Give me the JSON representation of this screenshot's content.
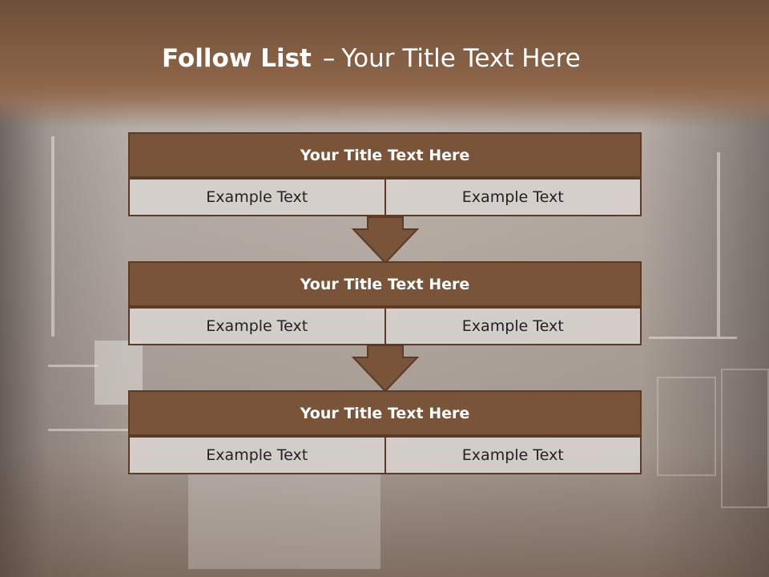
{
  "slide": {
    "title_bold": "Follow List",
    "title_sep": "–",
    "title_rest": "Your Title Text Here"
  },
  "colors": {
    "header_brown": "#7a5439",
    "border_brown": "#5b3a26",
    "cell_bg": "#d9d4d0",
    "arrow_fill": "#7a5439"
  },
  "steps": [
    {
      "title": "Your Title Text Here",
      "left": "Example Text",
      "right": "Example Text"
    },
    {
      "title": "Your Title Text Here",
      "left": "Example Text",
      "right": "Example Text"
    },
    {
      "title": "Your Title Text Here",
      "left": "Example Text",
      "right": "Example Text"
    }
  ]
}
